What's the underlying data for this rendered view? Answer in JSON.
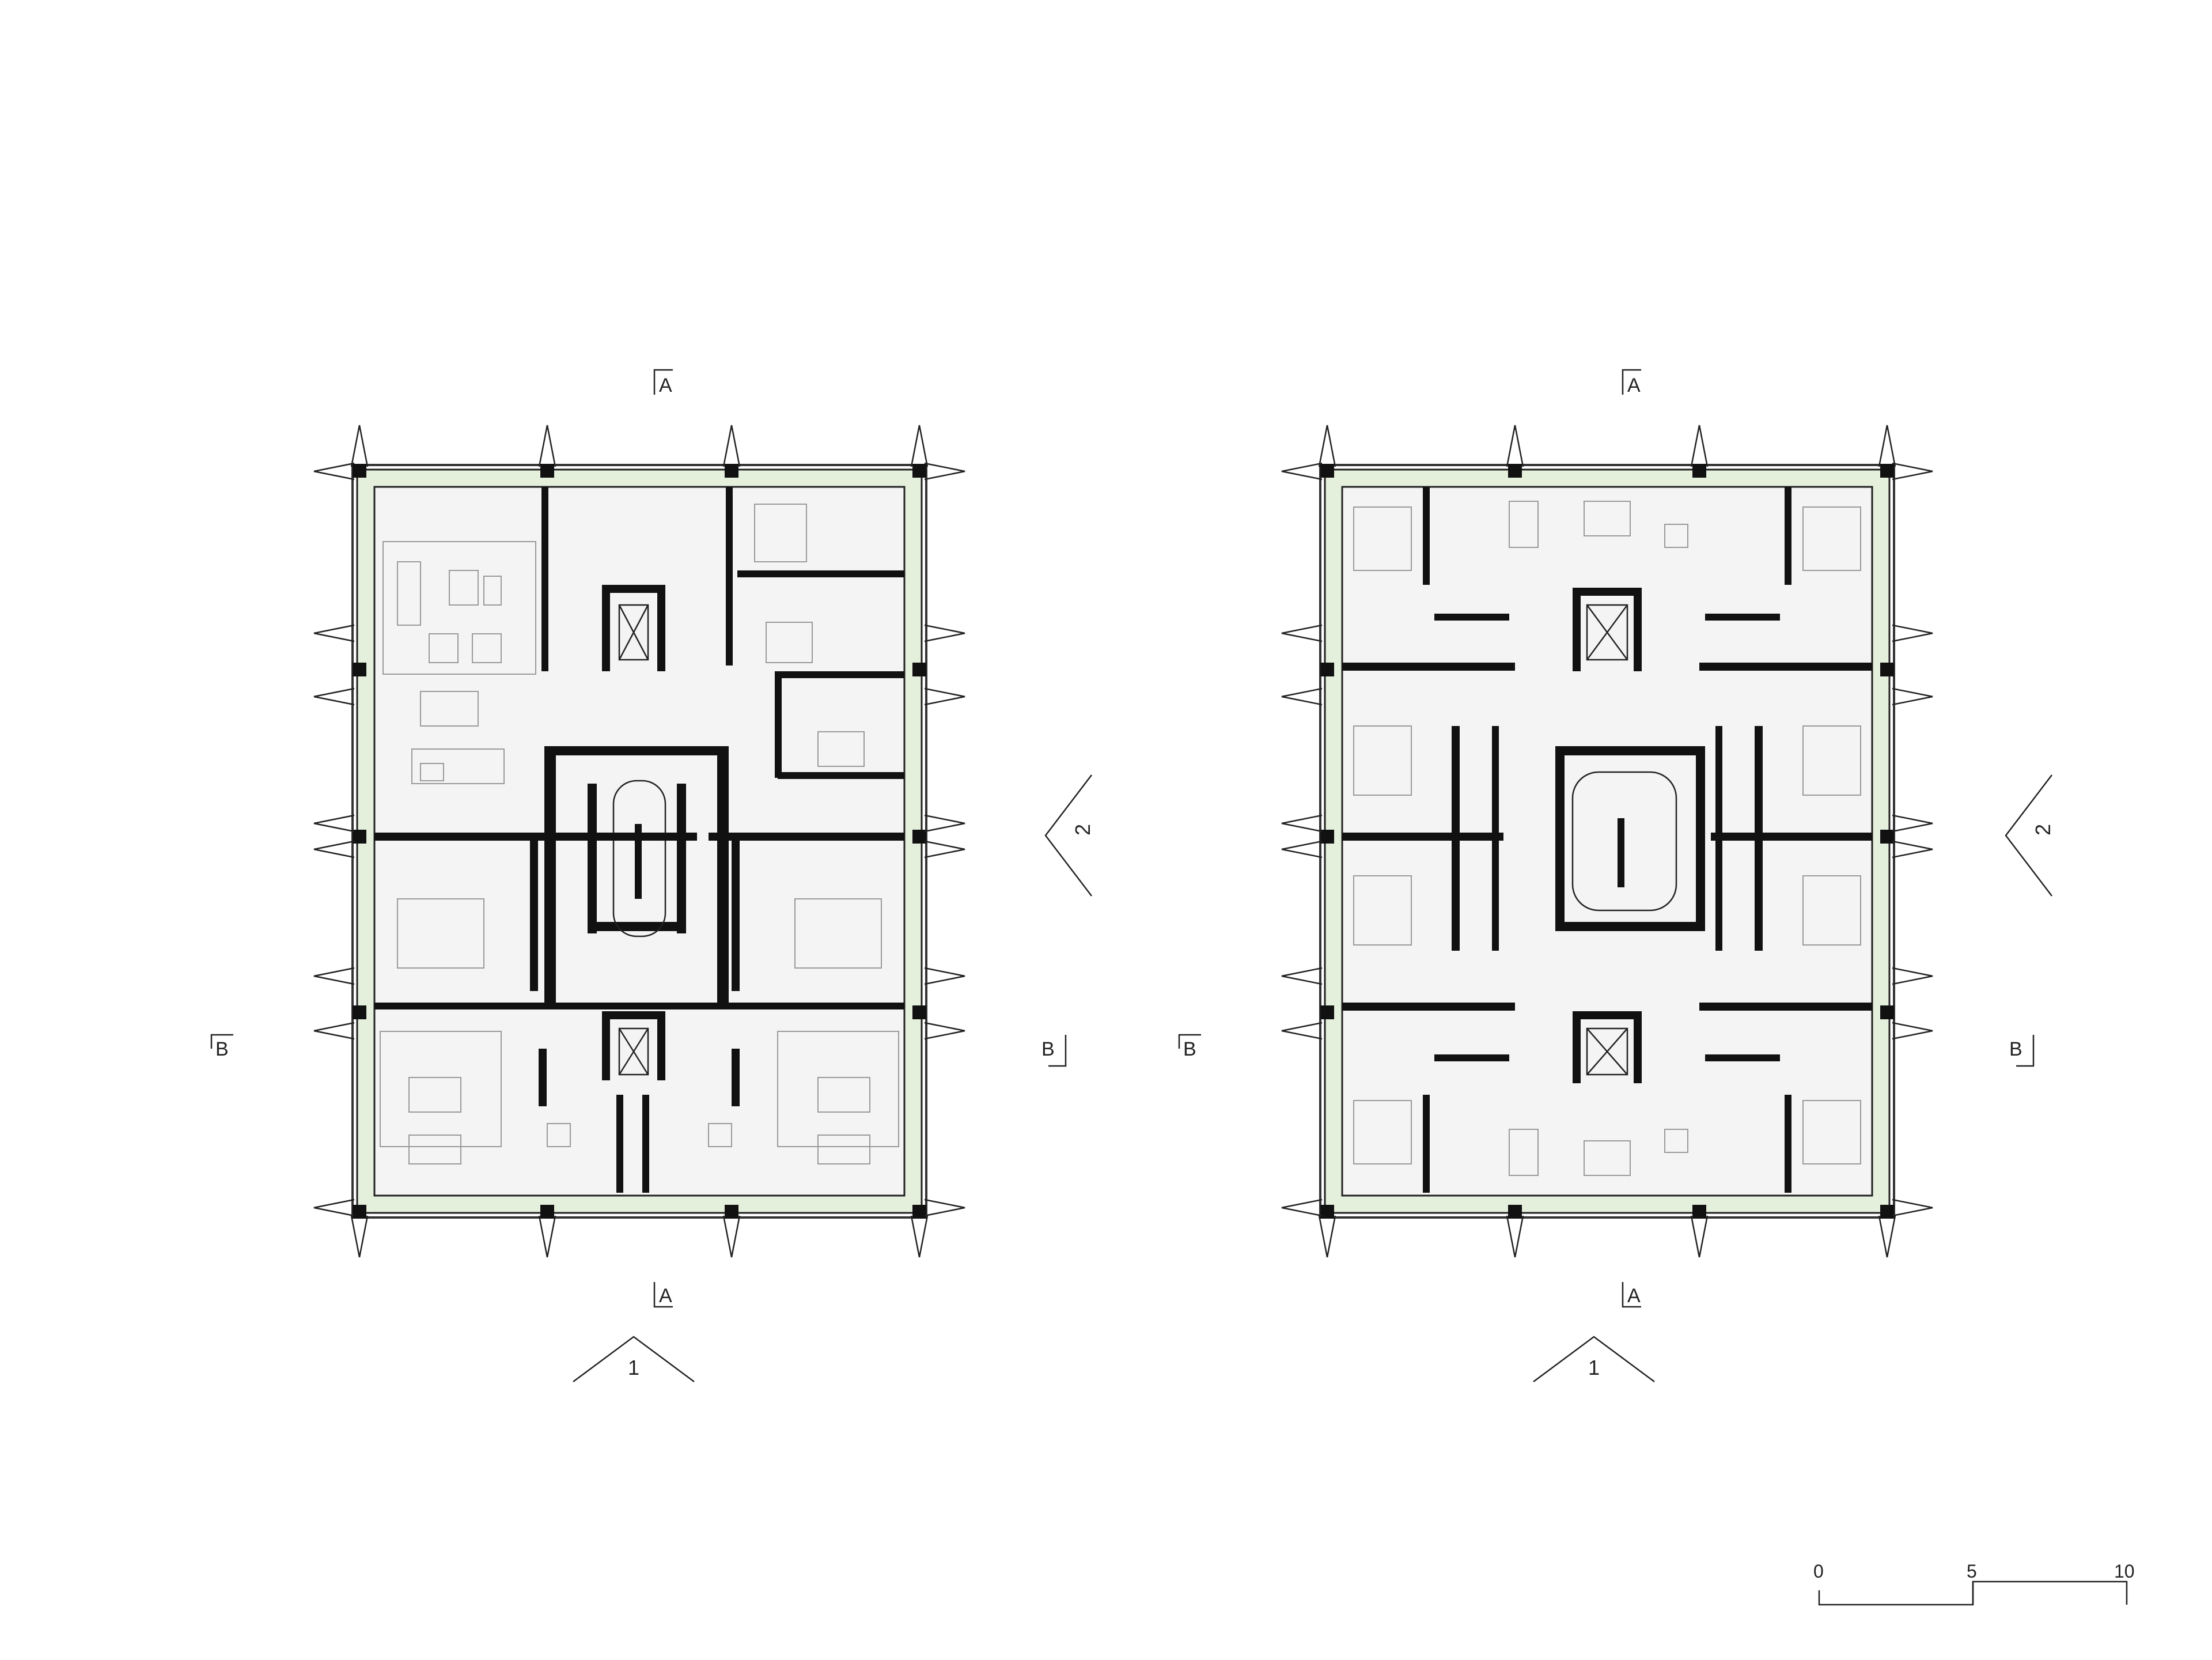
{
  "section_marks": {
    "A": "A",
    "B": "B"
  },
  "view_markers": {
    "front": "1",
    "side": "2"
  },
  "scale_bar": {
    "ticks": [
      "0",
      "5",
      "10"
    ]
  },
  "colors": {
    "balcony": "#e4efdc",
    "wall": "#111111",
    "floor": "#f4f4f4"
  },
  "plans": [
    {
      "name": "plan-left"
    },
    {
      "name": "plan-right"
    }
  ]
}
